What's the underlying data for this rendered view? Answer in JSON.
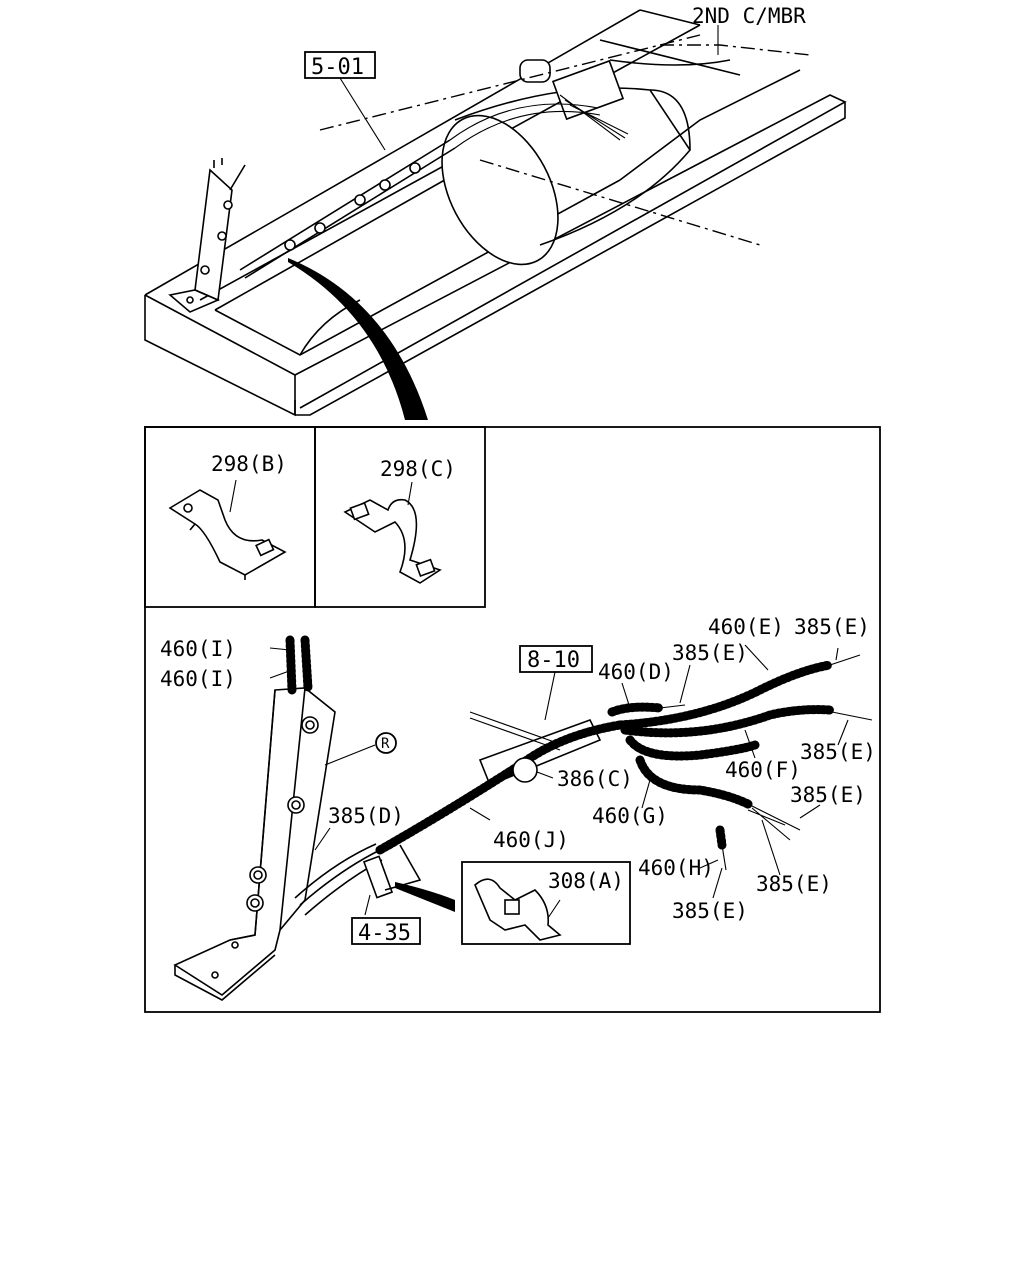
{
  "callouts": {
    "top_ref": "5-01",
    "member": "2ND C/MBR",
    "ref_8_10": "8-10",
    "ref_4_35": "4-35",
    "r_mark": "R"
  },
  "parts": {
    "p298b": "298(B)",
    "p298c": "298(C)",
    "p460i_a": "460(I)",
    "p460i_b": "460(I)",
    "p460d": "460(D)",
    "p385e_1": "385(E)",
    "p460e": "460(E)",
    "p385e_2": "385(E)",
    "p385e_3": "385(E)",
    "p460f": "460(F)",
    "p386c": "386(C)",
    "p460g": "460(G)",
    "p385e_4": "385(E)",
    "p385d": "385(D)",
    "p460j": "460(J)",
    "p460h": "460(H)",
    "p385e_5": "385(E)",
    "p385e_6": "385(E)",
    "p308a": "308(A)"
  }
}
